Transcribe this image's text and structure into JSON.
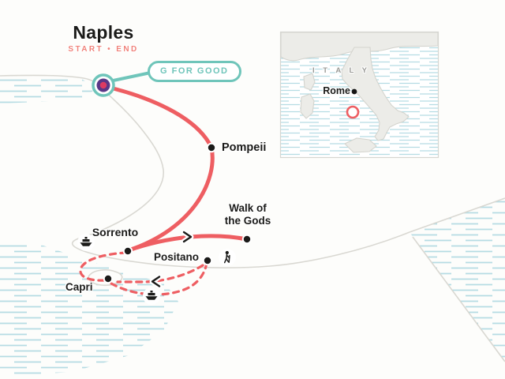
{
  "start": {
    "city": "Naples",
    "subtitle": "START • END"
  },
  "badge": {
    "label": "G FOR GOOD"
  },
  "stops": [
    {
      "id": "pompeii",
      "label": "Pompeii"
    },
    {
      "id": "sorrento",
      "label": "Sorrento"
    },
    {
      "id": "positano",
      "label": "Positano"
    },
    {
      "id": "walk-of-the-gods",
      "label": "Walk of the Gods",
      "label_line1": "Walk of",
      "label_line2": "the Gods"
    },
    {
      "id": "capri",
      "label": "Capri"
    }
  ],
  "inset": {
    "country": "I T A L Y",
    "city": "Rome"
  },
  "icons": {
    "ferry": "ferry-icon",
    "hiker": "hiker-icon",
    "direction_east": "chevron-right-icon",
    "direction_west": "chevron-left-icon"
  },
  "colors": {
    "route": "#ee5e62",
    "start-sub": "#f0837b",
    "teal": "#6fc5ba",
    "water": "#b5dce3",
    "coast": "#d9d8d2",
    "land": "#fdfdfb",
    "inset-land": "#ecece8",
    "marker-purple": "#5a3787",
    "marker-red": "#dd3a62",
    "label": "#1b1b19",
    "muted": "#9b9b97"
  }
}
